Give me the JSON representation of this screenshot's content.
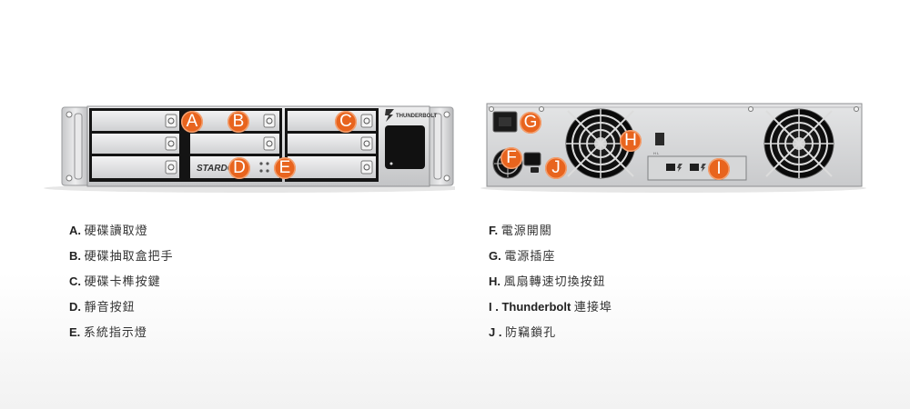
{
  "front_panel": {
    "brand_logo": "STARDOM",
    "thunderbolt_label": "THUNDERBOLT",
    "callouts": [
      "A",
      "B",
      "C",
      "D",
      "E"
    ]
  },
  "rear_panel": {
    "callouts": [
      "F",
      "G",
      "H",
      "I",
      "J"
    ]
  },
  "legend_left": [
    {
      "letter": "A.",
      "text": "硬碟讀取燈"
    },
    {
      "letter": "B.",
      "text": "硬碟抽取盒把手"
    },
    {
      "letter": "C.",
      "text": "硬碟卡榫按鍵"
    },
    {
      "letter": "D.",
      "text": "靜音按鈕"
    },
    {
      "letter": "E.",
      "text": "系統指示燈"
    }
  ],
  "legend_right": [
    {
      "letter": "F.",
      "text": "電源開關"
    },
    {
      "letter": "G.",
      "text": "電源插座"
    },
    {
      "letter": "H.",
      "text": "風扇轉速切換按鈕"
    },
    {
      "letter": "I .",
      "term": "Thunderbolt",
      "text": "連接埠"
    },
    {
      "letter": "J .",
      "text": "防竊鎖孔"
    }
  ],
  "colors": {
    "callout": "#e8641e",
    "chassis": "#d9dadb",
    "chassis_dark": "#1c1c1c"
  }
}
